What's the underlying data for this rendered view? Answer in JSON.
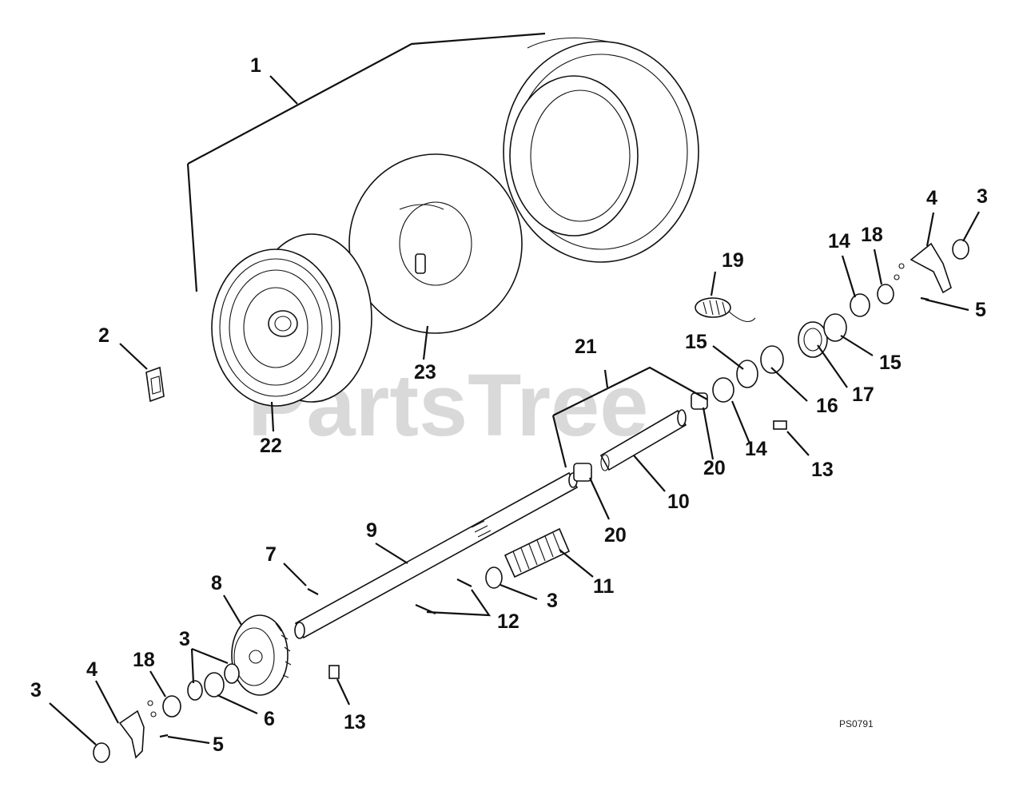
{
  "watermark": "PartsTree",
  "diagram_code": "PS0791",
  "callouts": [
    "1",
    "2",
    "3",
    "4",
    "5",
    "6",
    "7",
    "8",
    "9",
    "10",
    "11",
    "12",
    "13",
    "14",
    "15",
    "16",
    "17",
    "18",
    "19",
    "20",
    "21",
    "22",
    "23"
  ]
}
